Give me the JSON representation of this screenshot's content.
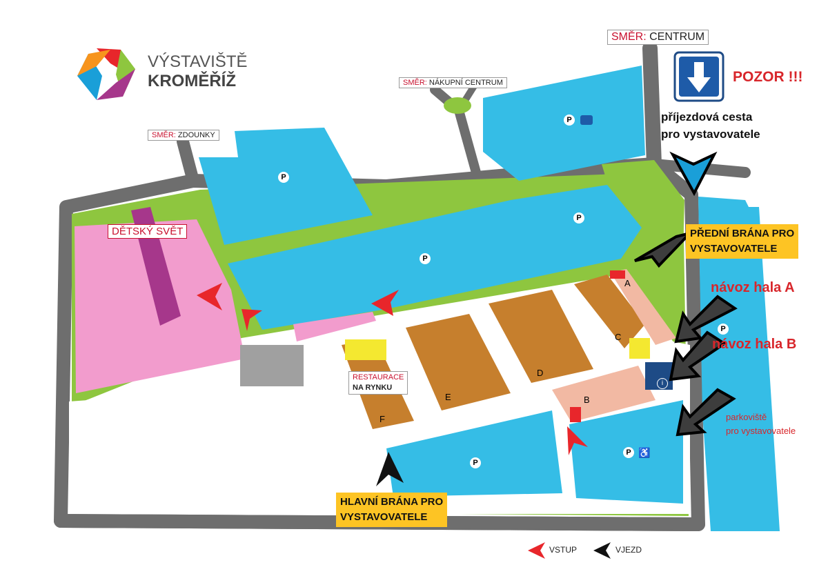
{
  "logo": {
    "line1": "VÝSTAVIŠTĚ",
    "line2": "KROMĚŘÍŽ"
  },
  "directions": {
    "centrum": {
      "prefix": "SMĚR:",
      "name": "CENTRUM"
    },
    "nakupni": {
      "prefix": "SMĚR:",
      "name": "NÁKUPNÍ CENTRUM"
    },
    "zdounky": {
      "prefix": "SMĚR:",
      "name": "ZDOUNKY"
    }
  },
  "notice": {
    "title": "POZOR !!!",
    "text_line1": "příjezdová  cesta",
    "text_line2": "pro vystavovatele"
  },
  "gates": {
    "front_line1": "PŘEDNÍ BRÁNA PRO",
    "front_line2": "VYSTAVOVATELE",
    "main_line1": "HLAVNÍ BRÁNA PRO",
    "main_line2": "VYSTAVOVATELE"
  },
  "delivery": {
    "hall_a": "návoz  hala A",
    "hall_b": "návoz  hala B",
    "parking_line1": "parkoviště",
    "parking_line2": "pro vystavovatele"
  },
  "areas": {
    "kids": "DĚTSKÝ SVĚT",
    "restaurant_line1": "RESTAURACE",
    "restaurant_line2": "NA RYNKU"
  },
  "halls": [
    "A",
    "B",
    "C",
    "D",
    "E",
    "F"
  ],
  "parking_symbol": "P",
  "info_symbol": "i",
  "legend": {
    "entry": "VSTUP",
    "drive_in": "VJEZD"
  },
  "colors": {
    "parking": "#35bde6",
    "pavilion": "#c67f2d",
    "kids_area": "#f29ccd",
    "greenery": "#8ec63f",
    "road": "#6e6e6e",
    "accent_red": "#e8262b",
    "label_yellow": "#fdc424"
  }
}
